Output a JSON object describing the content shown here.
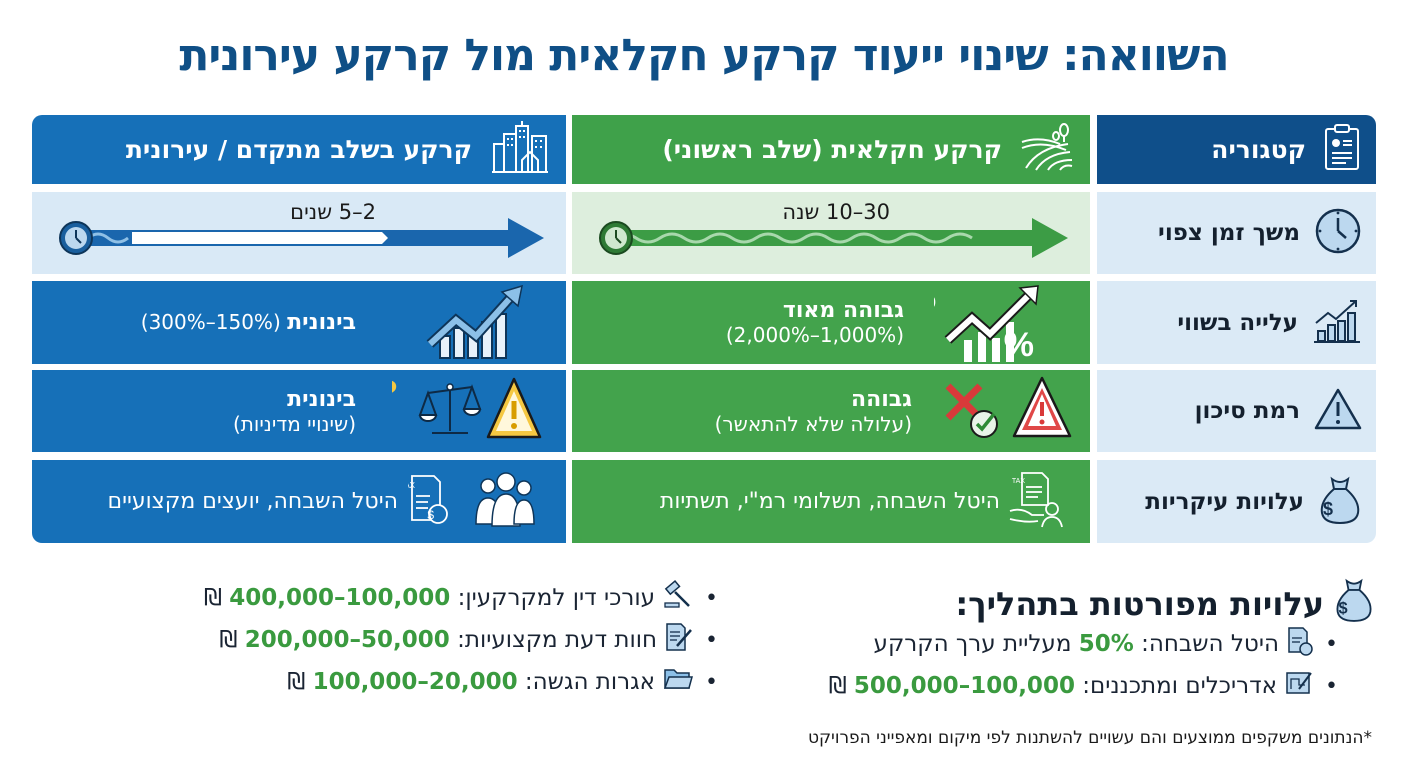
{
  "title": "השוואה: שינוי ייעוד קרקע חקלאית מול קרקע עירונית",
  "colors": {
    "title": "#0f4f86",
    "category_header": "#0f4f8a",
    "agricultural": "#43a34c",
    "urban": "#1670b8",
    "agricultural_light": "#ddeedd",
    "urban_light": "#d9e9f6",
    "category_light": "#dbeaf6",
    "highlight_green": "#3a9a3f"
  },
  "table": {
    "headers": {
      "category": {
        "label": "קטגוריה",
        "icon": "clipboard-icon"
      },
      "agricultural": {
        "label": "קרקע חקלאית (שלב ראשוני)",
        "icon": "farm-field-icon"
      },
      "urban": {
        "label": "קרקע בשלב מתקדם / עירונית",
        "icon": "city-buildings-icon"
      }
    },
    "rows": [
      {
        "category": {
          "label": "משך זמן צפוי",
          "icon": "clock-icon"
        },
        "agricultural": {
          "main": "30–10 שנה",
          "icon": "clock-timeline-arrow"
        },
        "urban": {
          "main": "2–5 שנים",
          "icon": "clock-timeline-arrow"
        }
      },
      {
        "category": {
          "label": "עלייה בשווי",
          "icon": "bar-chart-growth-icon"
        },
        "agricultural": {
          "main": "גבוהה מאוד",
          "sub": "(1,000%–2,000%)",
          "icon": "percent-growth-icon"
        },
        "urban": {
          "main": "בינונית",
          "sub": "(150%–300%)",
          "icon": "growth-chart-icon"
        }
      },
      {
        "category": {
          "label": "רמת סיכון",
          "icon": "warning-icon"
        },
        "agricultural": {
          "main": "גבוהה",
          "sub": "(עלולה שלא להתאשר)",
          "icon": "warning-reject-icon"
        },
        "urban": {
          "main": "בינונית",
          "sub": "(שינויי מדיניות)",
          "icon": "scales-question-warning-icon"
        }
      },
      {
        "category": {
          "label": "עלויות עיקריות",
          "icon": "money-bag-icon"
        },
        "agricultural": {
          "main": "היטל השבחה, תשלומי רמ\"י, תשתיות",
          "icon": "tax-document-hand-icon"
        },
        "urban": {
          "main": "היטל השבחה, יועצים מקצועיים",
          "icon": "tax-document-people-icon"
        }
      }
    ]
  },
  "costs": {
    "title": "עלויות מפורטות בתהליך:",
    "icon": "money-bag-icon",
    "right_list": [
      {
        "icon": "tax-document-icon",
        "label": "היטל השבחה: ",
        "value": "50%",
        "suffix": " מעליית ערך הקרקע"
      },
      {
        "icon": "blueprint-icon",
        "label": "אדריכלים ומתכננים: ",
        "value": "100,000–500,000",
        "suffix": " ₪"
      }
    ],
    "left_list": [
      {
        "icon": "gavel-icon",
        "label": "עורכי דין למקרקעין: ",
        "value": "100,000–400,000",
        "suffix": " ₪"
      },
      {
        "icon": "document-edit-icon",
        "label": "חוות דעת מקצועיות: ",
        "value": "50,000–200,000",
        "suffix": " ₪"
      },
      {
        "icon": "folder-icon",
        "label": "אגרות הגשה: ",
        "value": "20,000–100,000",
        "suffix": " ₪"
      }
    ]
  },
  "footnote": "*הנתונים משקפים ממוצעים והם עשויים להשתנות לפי מיקום ומאפייני הפרויקט"
}
